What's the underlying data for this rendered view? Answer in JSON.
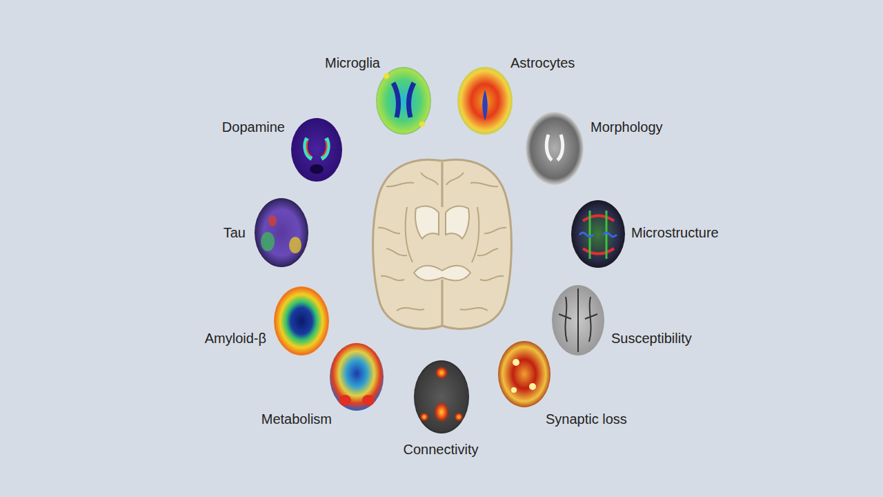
{
  "diagram": {
    "labels": [
      "Microglia",
      "Astrocytes",
      "Dopamine",
      "Morphology",
      "Tau",
      "Microstructure",
      "Amyloid-β",
      "Susceptibility",
      "Metabolism",
      "Synaptic loss",
      "Connectivity"
    ]
  }
}
